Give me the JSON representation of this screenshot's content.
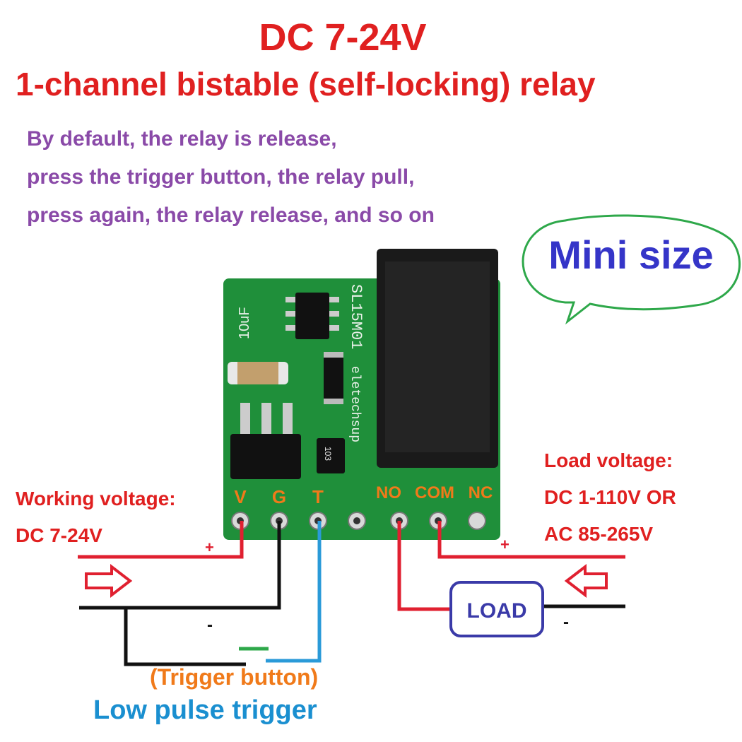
{
  "title": "DC 7-24V",
  "subtitle": "1-channel bistable (self-locking) relay",
  "description": [
    "By default, the relay is release,",
    "press the trigger button, the relay pull,",
    "press again, the relay release, and so on"
  ],
  "bubble_text": "Mini size",
  "working_voltage": {
    "label": "Working voltage:",
    "value": "DC 7-24V"
  },
  "load_voltage": {
    "label": "Load voltage:",
    "line1": "DC 1-110V OR",
    "line2": "AC 85-265V"
  },
  "pins": [
    "V",
    "G",
    "T",
    "NO",
    "COM",
    "NC"
  ],
  "pcb_silkscreen": {
    "cap": "10uF",
    "model": "SL15M01",
    "brand": "eletechsup",
    "resistor": "103"
  },
  "plus": "+",
  "minus": "-",
  "load_label": "LOAD",
  "trigger_button": "(Trigger button)",
  "low_pulse": "Low pulse trigger",
  "colors": {
    "title": "#e02020",
    "desc": "#8a4aa8",
    "bubble_text": "#3535c8",
    "bubble_border": "#2ea84a",
    "pcb": "#1f8f3a",
    "pin_labels": "#f07a1a",
    "trigger_wire": "#2a9ad8",
    "load_border": "#3a3aa8"
  }
}
